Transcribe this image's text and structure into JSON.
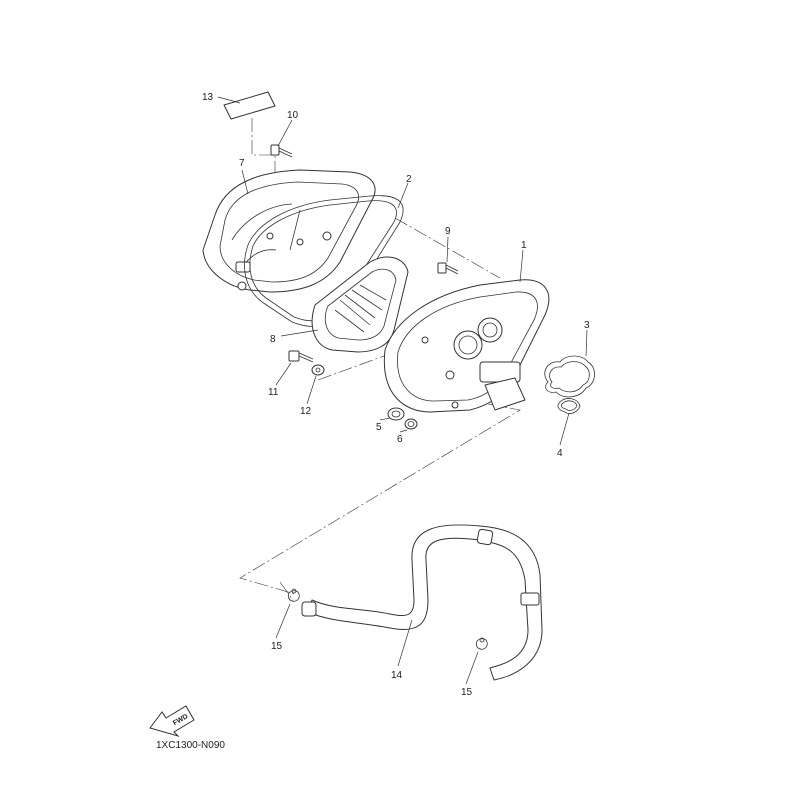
{
  "callouts": [
    {
      "id": "c1",
      "label": "1"
    },
    {
      "id": "c2",
      "label": "2"
    },
    {
      "id": "c3",
      "label": "3"
    },
    {
      "id": "c4",
      "label": "4"
    },
    {
      "id": "c5",
      "label": "5"
    },
    {
      "id": "c6",
      "label": "6"
    },
    {
      "id": "c7",
      "label": "7"
    },
    {
      "id": "c8",
      "label": "8"
    },
    {
      "id": "c9",
      "label": "9"
    },
    {
      "id": "c10",
      "label": "10"
    },
    {
      "id": "c11",
      "label": "11"
    },
    {
      "id": "c12",
      "label": "12"
    },
    {
      "id": "c13",
      "label": "13"
    },
    {
      "id": "c14",
      "label": "14"
    },
    {
      "id": "c15a",
      "label": "15"
    },
    {
      "id": "c15b",
      "label": "15"
    }
  ],
  "fwd_label": "FWD",
  "diagram_code": "1XC1300-N090"
}
